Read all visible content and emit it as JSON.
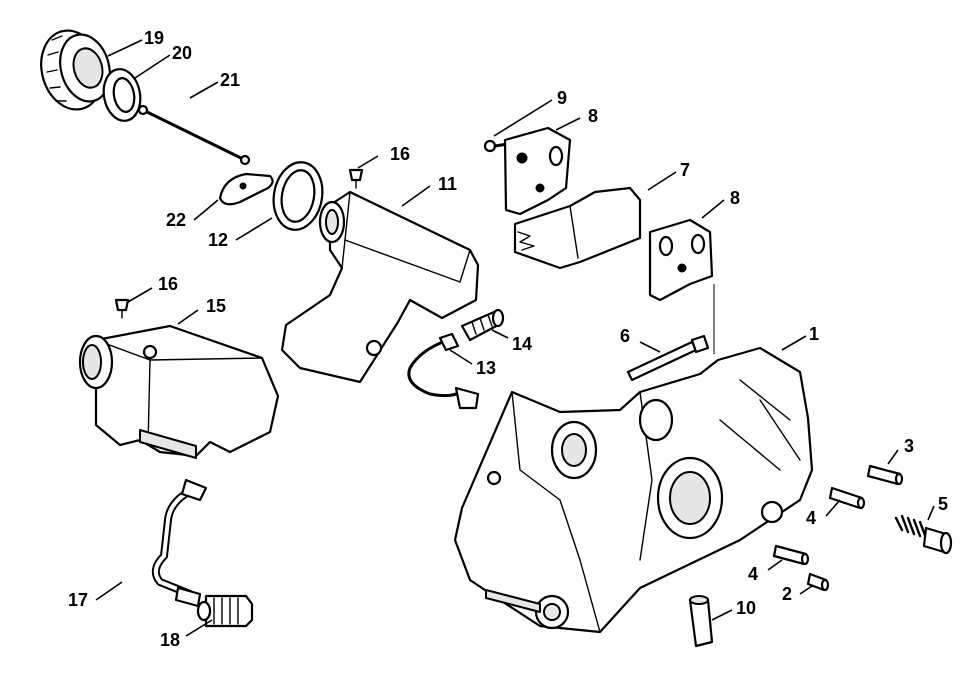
{
  "callouts": [
    {
      "id": "1",
      "text": "1"
    },
    {
      "id": "2",
      "text": "2"
    },
    {
      "id": "3",
      "text": "3"
    },
    {
      "id": "4a",
      "text": "4"
    },
    {
      "id": "4b",
      "text": "4"
    },
    {
      "id": "5",
      "text": "5"
    },
    {
      "id": "6",
      "text": "6"
    },
    {
      "id": "7",
      "text": "7"
    },
    {
      "id": "8a",
      "text": "8"
    },
    {
      "id": "8b",
      "text": "8"
    },
    {
      "id": "9",
      "text": "9"
    },
    {
      "id": "10",
      "text": "10"
    },
    {
      "id": "11",
      "text": "11"
    },
    {
      "id": "12",
      "text": "12"
    },
    {
      "id": "13",
      "text": "13"
    },
    {
      "id": "14",
      "text": "14"
    },
    {
      "id": "15",
      "text": "15"
    },
    {
      "id": "16a",
      "text": "16"
    },
    {
      "id": "16b",
      "text": "16"
    },
    {
      "id": "17",
      "text": "17"
    },
    {
      "id": "18",
      "text": "18"
    },
    {
      "id": "19",
      "text": "19"
    },
    {
      "id": "20",
      "text": "20"
    },
    {
      "id": "21",
      "text": "21"
    },
    {
      "id": "22",
      "text": "22"
    }
  ]
}
